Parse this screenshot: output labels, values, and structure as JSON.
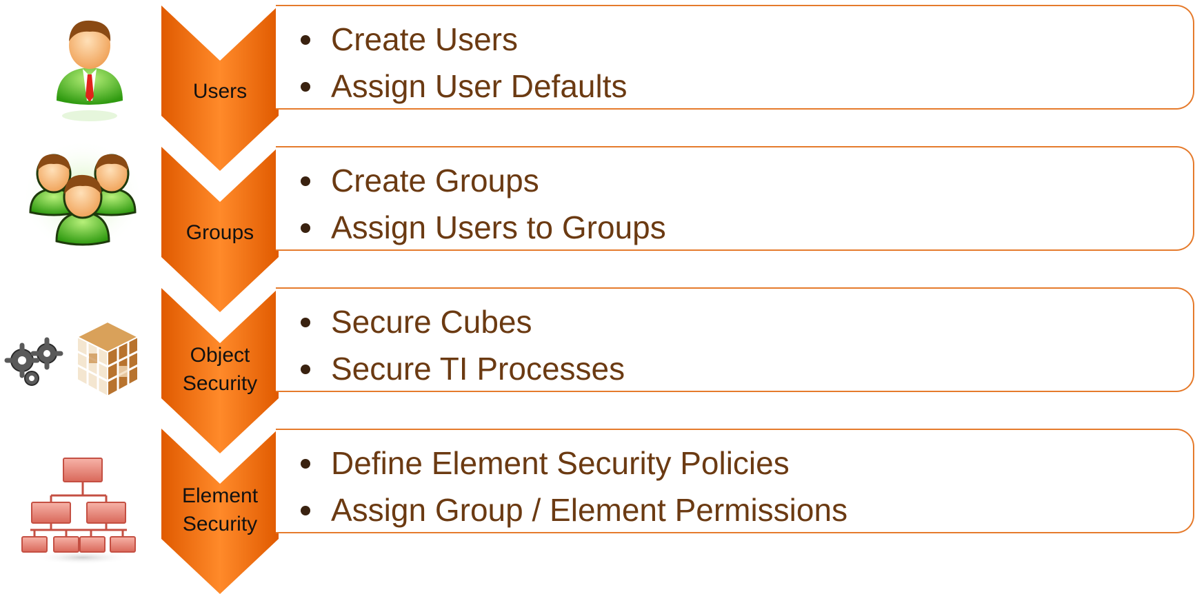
{
  "colors": {
    "chevron_light": "#ff8a2a",
    "chevron_dark": "#e05a00",
    "box_border": "#e57a2b",
    "bullet_text": "#6b3a12",
    "label_text": "#111111"
  },
  "steps": [
    {
      "label": "Users",
      "icon": "user-icon",
      "bullets": [
        "Create Users",
        "Assign User Defaults"
      ]
    },
    {
      "label": "Groups",
      "icon": "group-icon",
      "bullets": [
        "Create Groups",
        "Assign Users to Groups"
      ]
    },
    {
      "label": "Object Security",
      "icon": "cube-gears-icon",
      "bullets": [
        "Secure Cubes",
        "Secure TI Processes"
      ]
    },
    {
      "label": "Element Security",
      "icon": "hierarchy-icon",
      "bullets": [
        "Define Element Security Policies",
        "Assign Group / Element Permissions"
      ]
    }
  ]
}
